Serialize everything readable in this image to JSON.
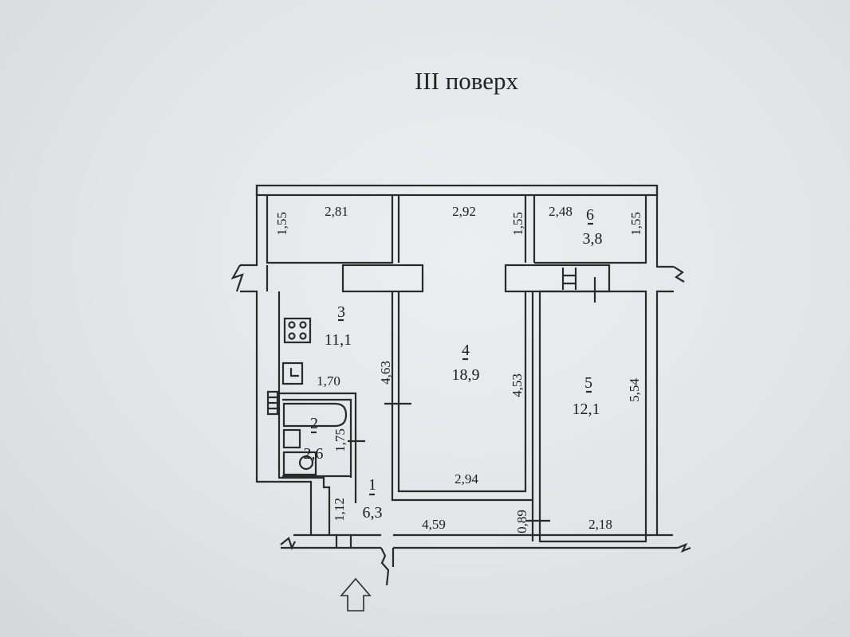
{
  "title": "III поверх",
  "rooms": [
    {
      "number": "1",
      "area": "6,3"
    },
    {
      "number": "2",
      "area": "2,6"
    },
    {
      "number": "3",
      "area": "11,1"
    },
    {
      "number": "4",
      "area": "18,9"
    },
    {
      "number": "5",
      "area": "12,1"
    },
    {
      "number": "6",
      "area": "3,8"
    }
  ],
  "dimensions": {
    "balcony_left_height": "1,55",
    "balcony_left_width": "2,81",
    "balcony_mid_width": "2,92",
    "balcony_mid_height": "1,55",
    "balcony_right_width": "2,48",
    "balcony_right_height": "1,55",
    "room3_width": "1,70",
    "room3_height": "4,63",
    "room2_height": "1,75",
    "room4_height": "4,53",
    "room4_width": "2,94",
    "room5_height": "5,54",
    "room5_width": "2,18",
    "room1_height": "1,12",
    "room1_width": "4,59",
    "room1_step": "0,89"
  }
}
